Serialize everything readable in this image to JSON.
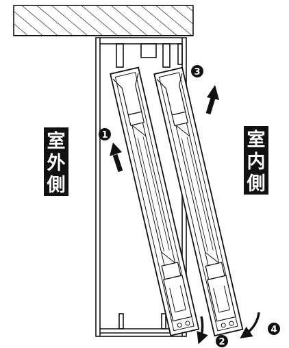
{
  "labels": {
    "exterior": [
      "室",
      "外",
      "側"
    ],
    "interior": [
      "室",
      "内",
      "側"
    ]
  },
  "steps": [
    "1",
    "2",
    "3",
    "4"
  ],
  "colors": {
    "ink": "#111111",
    "paper": "#ffffff"
  }
}
